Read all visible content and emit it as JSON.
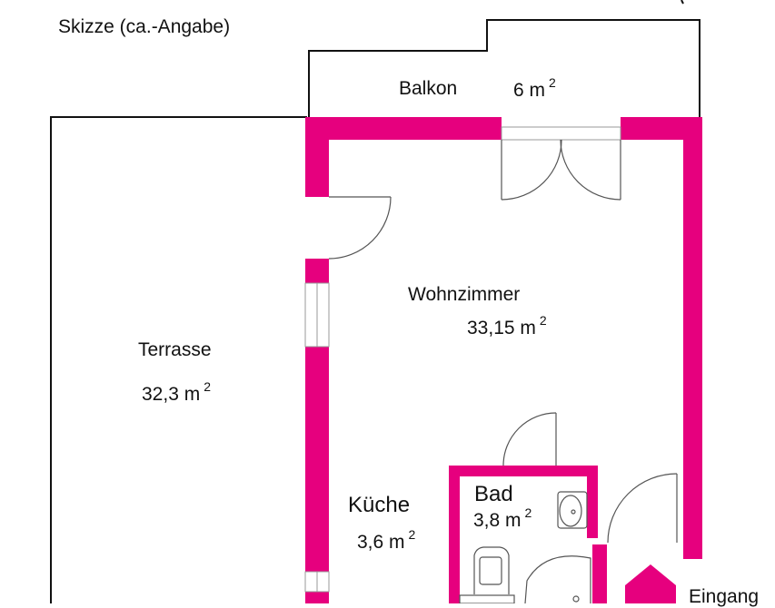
{
  "title": "Skizze (ca.-Angabe)",
  "rooms": {
    "balkon": {
      "name": "Balkon",
      "area": "6 m",
      "unit_exp": "2"
    },
    "wohnzimmer": {
      "name": "Wohnzimmer",
      "area": "33,15 m",
      "unit_exp": "2"
    },
    "terrasse": {
      "name": "Terrasse",
      "area": "32,3 m",
      "unit_exp": "2"
    },
    "kueche": {
      "name": "Küche",
      "area": "3,6 m",
      "unit_exp": "2"
    },
    "bad": {
      "name": "Bad",
      "area": "3,8 m",
      "unit_exp": "2"
    }
  },
  "entrance_label": "Eingang",
  "colors": {
    "wall": "#e6007e",
    "line": "#111111",
    "door": "#555555"
  }
}
